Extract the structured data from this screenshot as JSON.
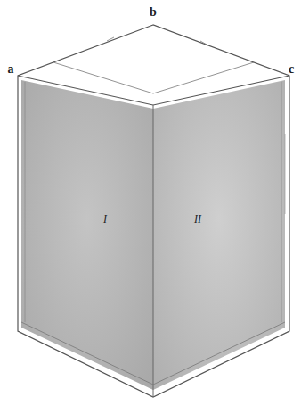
{
  "diagram": {
    "labels": [
      "b",
      "a",
      "c",
      "I",
      "II"
    ]
  }
}
